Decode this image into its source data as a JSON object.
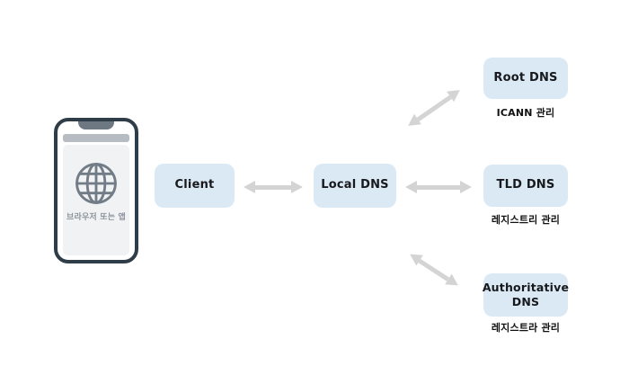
{
  "diagram": {
    "title_semantic": "DNS resolution flow diagram",
    "phone": {
      "icon": "globe-icon",
      "caption": "브라우저 또는 앱"
    },
    "nodes": [
      {
        "id": "client",
        "label": "Client"
      },
      {
        "id": "local-dns",
        "label": "Local DNS"
      },
      {
        "id": "root-dns",
        "label": "Root DNS",
        "caption": "ICANN 관리"
      },
      {
        "id": "tld-dns",
        "label": "TLD DNS",
        "caption": "레지스트리 관리"
      },
      {
        "id": "authoritative-dns",
        "label": "Authoritative DNS",
        "caption": "레지스트라 관리"
      }
    ],
    "edges": [
      {
        "from": "client",
        "to": "local-dns",
        "type": "bidirectional"
      },
      {
        "from": "local-dns",
        "to": "root-dns",
        "type": "bidirectional"
      },
      {
        "from": "local-dns",
        "to": "tld-dns",
        "type": "bidirectional"
      },
      {
        "from": "local-dns",
        "to": "authoritative-dns",
        "type": "bidirectional"
      }
    ]
  },
  "colors": {
    "node_fill": "#dbe9f5",
    "arrow": "#d4d4d4",
    "phone_border": "#2f3d49",
    "notch": "#6d7882",
    "address_bar": "#b6bcc2",
    "screen": "#f1f2f3",
    "globe": "#717c86",
    "phone_caption": "#8b939b",
    "label": "#17191c",
    "caption": "#111111",
    "bg": "#ffffff"
  }
}
